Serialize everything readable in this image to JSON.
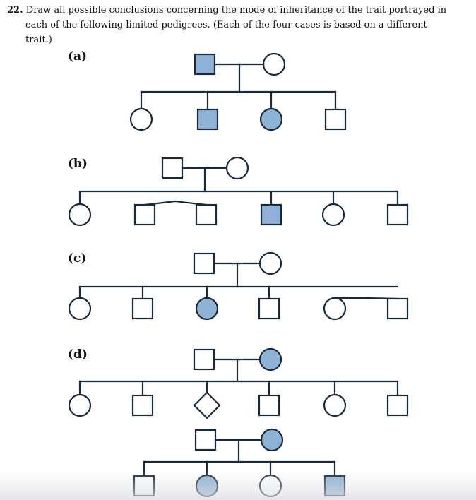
{
  "question": {
    "number": "22.",
    "line1": "Draw all possible conclusions concerning the mode of inheritance of the trait portrayed in",
    "line2": "each of the following limited pedigrees. (Each of the four cases is based on a different",
    "line3": "trait.)"
  },
  "labels": {
    "a": "(a)",
    "b": "(b)",
    "c": "(c)",
    "d": "(d)"
  },
  "colors": {
    "affected": "#8fb3d6",
    "unaffected": "#ffffff",
    "line": "#1a2a3a"
  },
  "pedigrees": {
    "a": {
      "parents": [
        {
          "sex": "male",
          "affected": true
        },
        {
          "sex": "female",
          "affected": false
        }
      ],
      "children": [
        {
          "sex": "female",
          "affected": false
        },
        {
          "sex": "male",
          "affected": true
        },
        {
          "sex": "female",
          "affected": true
        },
        {
          "sex": "male",
          "affected": false
        }
      ]
    },
    "b": {
      "parents": [
        {
          "sex": "male",
          "affected": false
        },
        {
          "sex": "female",
          "affected": false
        }
      ],
      "children": [
        {
          "sex": "female",
          "affected": false
        },
        {
          "sex": "male",
          "affected": false,
          "twin": "dizygotic-1"
        },
        {
          "sex": "male",
          "affected": false,
          "twin": "dizygotic-2"
        },
        {
          "sex": "male",
          "affected": true
        },
        {
          "sex": "female",
          "affected": false
        },
        {
          "sex": "male",
          "affected": false
        }
      ]
    },
    "c": {
      "parents": [
        {
          "sex": "male",
          "affected": false
        },
        {
          "sex": "female",
          "affected": false
        }
      ],
      "children": [
        {
          "sex": "female",
          "affected": false
        },
        {
          "sex": "male",
          "affected": false
        },
        {
          "sex": "female",
          "affected": true
        },
        {
          "sex": "male",
          "affected": false
        },
        {
          "sex": "female",
          "affected": false,
          "twin": "dizygotic-1"
        },
        {
          "sex": "male",
          "affected": false,
          "twin": "dizygotic-2"
        }
      ]
    },
    "d1": {
      "parents": [
        {
          "sex": "male",
          "affected": false
        },
        {
          "sex": "female",
          "affected": true
        }
      ],
      "children": [
        {
          "sex": "female",
          "affected": false
        },
        {
          "sex": "male",
          "affected": false
        },
        {
          "sex": "unknown",
          "affected": false
        },
        {
          "sex": "male",
          "affected": false
        },
        {
          "sex": "female",
          "affected": false
        },
        {
          "sex": "male",
          "affected": false
        }
      ]
    },
    "d2": {
      "parents": [
        {
          "sex": "male",
          "affected": false
        },
        {
          "sex": "female",
          "affected": true
        }
      ],
      "children": [
        {
          "sex": "male",
          "affected": false
        },
        {
          "sex": "female",
          "affected": true
        },
        {
          "sex": "female",
          "affected": false
        },
        {
          "sex": "male",
          "affected": true
        }
      ]
    }
  }
}
